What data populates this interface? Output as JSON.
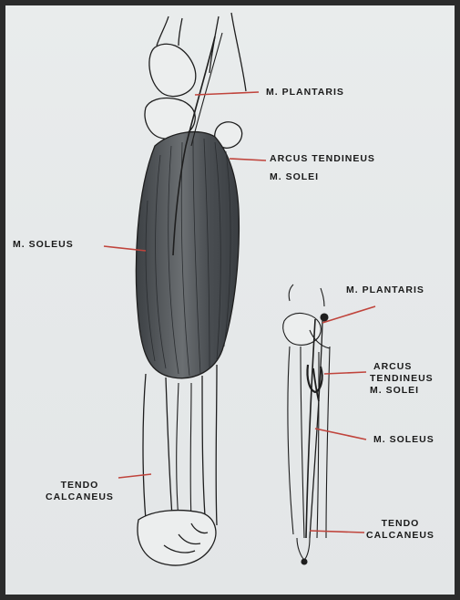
{
  "labels": {
    "large_plantaris": "M. PLANTARIS",
    "large_arcus_1": "ARCUS TENDINEUS",
    "large_arcus_2": "M. SOLEI",
    "large_soleus": "M. SOLEUS",
    "large_tendo_1": "TENDO",
    "large_tendo_2": "CALCANEUS",
    "small_plantaris": "M. PLANTARIS",
    "small_arcus_1": "ARCUS",
    "small_arcus_2": "TENDINEUS",
    "small_arcus_3": "M. SOLEI",
    "small_soleus": "M. SOLEUS",
    "small_tendo_1": "TENDO",
    "small_tendo_2": "CALCANEUS"
  },
  "colors": {
    "leader_line": "#c0443c",
    "ink": "#1a1a1a",
    "paper": "#e6e9ea",
    "muscle": "#4a4e52"
  }
}
